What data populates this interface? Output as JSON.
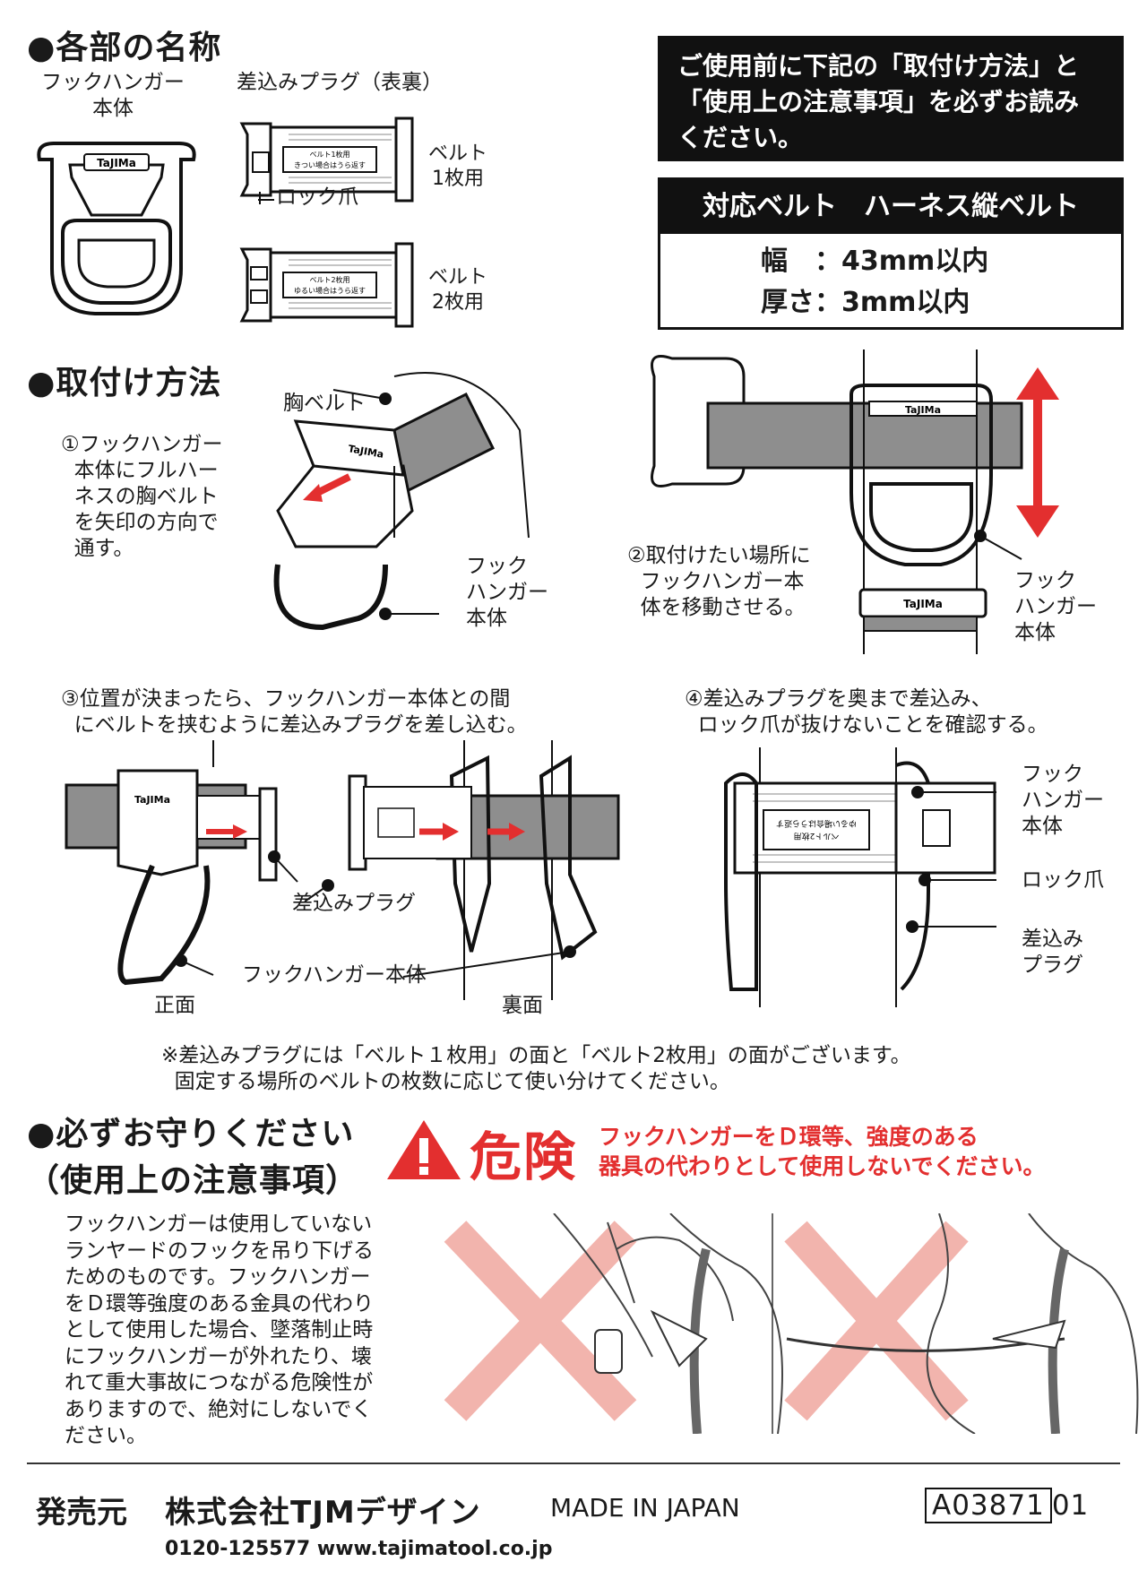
{
  "parts": {
    "heading": "●各部の名称",
    "hanger_label": "フックハンガー\n本体",
    "plug_label": "差込みプラグ（表裏）",
    "belt1_label": "ベルト\n1枚用",
    "belt2_label": "ベルト\n2枚用",
    "lock_label": "ロック爪",
    "plug_print_1": "ベルト1枚用",
    "plug_print_1b": "きつい場合はうら返す",
    "plug_print_2": "ベルト2枚用",
    "plug_print_2b": "ゆるい場合はうら返す",
    "brand": "TaJIMa"
  },
  "notice": {
    "text": "ご使用前に下記の「取付け方法」と\n「使用上の注意事項」を必ずお読み\nください。"
  },
  "belt_spec": {
    "header": "対応ベルト　ハーネス縦ベルト",
    "width": "幅　：43mm以内",
    "thickness": "厚さ：3mm以内"
  },
  "install": {
    "heading": "●取付け方法",
    "chest_belt": "胸ベルト",
    "step1": "①フックハンガー\n  本体にフルハー\n  ネスの胸ベルト\n  を矢印の方向で\n  通す。",
    "hanger_body_1": "フック\nハンガー\n本体",
    "step2": "②取付けたい場所に\n  フックハンガー本\n  体を移動させる。",
    "hanger_body_2": "フック\nハンガー\n本体",
    "step3": "③位置が決まったら、フックハンガー本体との間\n  にベルトを挟むように差込みプラグを差し込む。",
    "step4": "④差込みプラグを奥まで差込み、\n  ロック爪が抜けないことを確認する。",
    "plug_callout": "差込みプラグ",
    "hanger_callout": "フックハンガー本体",
    "front": "正面",
    "back": "裏面",
    "hanger_body_4": "フック\nハンガー\n本体",
    "lock_4": "ロック爪",
    "plug_4": "差込み\nプラグ",
    "note": "※差込みプラグには「ベルト１枚用」の面と「ベルト2枚用」の面がございます。\n  固定する場所のベルトの枚数に応じて使い分けてください。"
  },
  "caution": {
    "heading": "●必ずお守りください\n（使用上の注意事項）",
    "danger_word": "危険",
    "danger_msg": "フックハンガーをＤ環等、強度のある\n器具の代わりとして使用しないでください。",
    "body": "フックハンガーは使用していない\nランヤードのフックを吊り下げる\nためのものです。フックハンガー\nをＤ環等強度のある金具の代わり\nとして使用した場合、墜落制止時\nにフックハンガーが外れたり、壊\nれて重大事故につながる危険性が\nありますので、絶対にしないでく\nださい。"
  },
  "footer": {
    "publisher_label": "発売元",
    "company": "株式会社TJMデザイン",
    "made_in": "MADE IN JAPAN",
    "part_number": "A03871",
    "part_suffix": "01",
    "phone_web": "0120-125577 www.tajimatool.co.jp"
  },
  "colors": {
    "red": "#e32f2f",
    "cross": "#f2b4ad",
    "belt_gray": "#8e8e8e",
    "black": "#111111"
  }
}
